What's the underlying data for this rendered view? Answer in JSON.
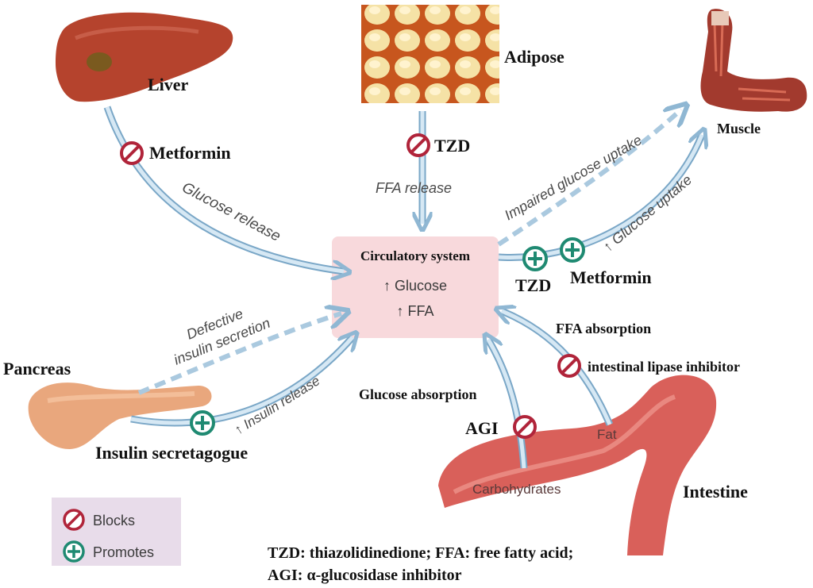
{
  "organs": {
    "liver": "Liver",
    "adipose": "Adipose",
    "muscle": "Muscle",
    "pancreas": "Pancreas",
    "intestine": "Intestine"
  },
  "center": {
    "title": "Circulatory system",
    "glucose": "↑ Glucose",
    "ffa": "↑ FFA"
  },
  "flows": {
    "glucose_release": "Glucose release",
    "ffa_release": "FFA release",
    "impaired_uptake": "Impaired glucose uptake",
    "glucose_uptake": "↑ Glucose uptake",
    "defective_secretion_1": "Defective",
    "defective_secretion_2": "insulin secretion",
    "insulin_release": "↑ Insulin release",
    "glucose_absorption": "Glucose absorption",
    "ffa_absorption": "FFA absorption",
    "carbohydrates": "Carbohydrates",
    "fat": "Fat"
  },
  "drugs": {
    "metformin_liver": "Metformin",
    "tzd_adipose": "TZD",
    "tzd_muscle": "TZD",
    "metformin_muscle": "Metformin",
    "insulin_secretagogue": "Insulin secretagogue",
    "agi": "AGI",
    "lipase_inhibitor": "intestinal lipase inhibitor"
  },
  "legend": {
    "blocks": "Blocks",
    "promotes": "Promotes"
  },
  "footnote": {
    "line1": "TZD: thiazolidinedione; FFA: free fatty acid;",
    "line2": "AGI:  α-glucosidase inhibitor"
  },
  "colors": {
    "arrow": "#aac9df",
    "arrow_edge": "#7aa7c7",
    "block": "#b0243a",
    "promote": "#1f8a72",
    "center_box": "#f8d9dc",
    "legend_box": "#e8dcea"
  }
}
